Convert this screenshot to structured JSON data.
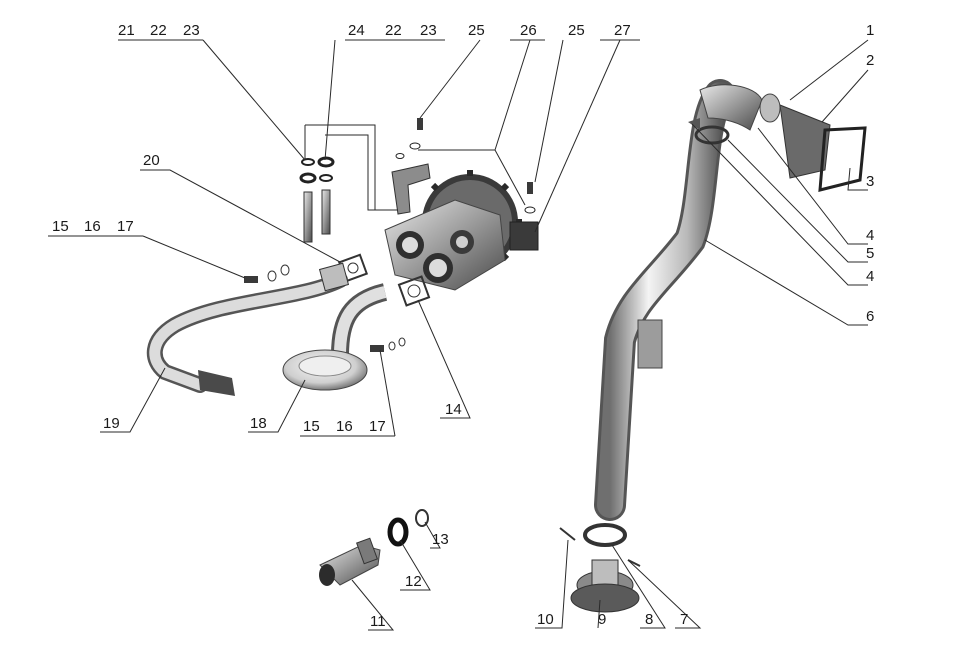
{
  "diagram": {
    "callouts": [
      {
        "id": "c21a",
        "text": "21"
      },
      {
        "id": "c22a",
        "text": "22"
      },
      {
        "id": "c23a",
        "text": "23"
      },
      {
        "id": "c24",
        "text": "24"
      },
      {
        "id": "c22b",
        "text": "22"
      },
      {
        "id": "c23b",
        "text": "23"
      },
      {
        "id": "c25a",
        "text": "25"
      },
      {
        "id": "c26",
        "text": "26"
      },
      {
        "id": "c25b",
        "text": "25"
      },
      {
        "id": "c27",
        "text": "27"
      },
      {
        "id": "c20",
        "text": "20"
      },
      {
        "id": "c15a",
        "text": "15"
      },
      {
        "id": "c16a",
        "text": "16"
      },
      {
        "id": "c17a",
        "text": "17"
      },
      {
        "id": "c19",
        "text": "19"
      },
      {
        "id": "c18",
        "text": "18"
      },
      {
        "id": "c15b",
        "text": "15"
      },
      {
        "id": "c16b",
        "text": "16"
      },
      {
        "id": "c17b",
        "text": "17"
      },
      {
        "id": "c14",
        "text": "14"
      },
      {
        "id": "c1",
        "text": "1"
      },
      {
        "id": "c2",
        "text": "2"
      },
      {
        "id": "c3",
        "text": "3"
      },
      {
        "id": "c4a",
        "text": "4"
      },
      {
        "id": "c5",
        "text": "5"
      },
      {
        "id": "c4b",
        "text": "4"
      },
      {
        "id": "c6",
        "text": "6"
      },
      {
        "id": "c13",
        "text": "13"
      },
      {
        "id": "c12",
        "text": "12"
      },
      {
        "id": "c11",
        "text": "11"
      },
      {
        "id": "c10",
        "text": "10"
      },
      {
        "id": "c9",
        "text": "9"
      },
      {
        "id": "c8",
        "text": "8"
      },
      {
        "id": "c7",
        "text": "7"
      }
    ]
  }
}
